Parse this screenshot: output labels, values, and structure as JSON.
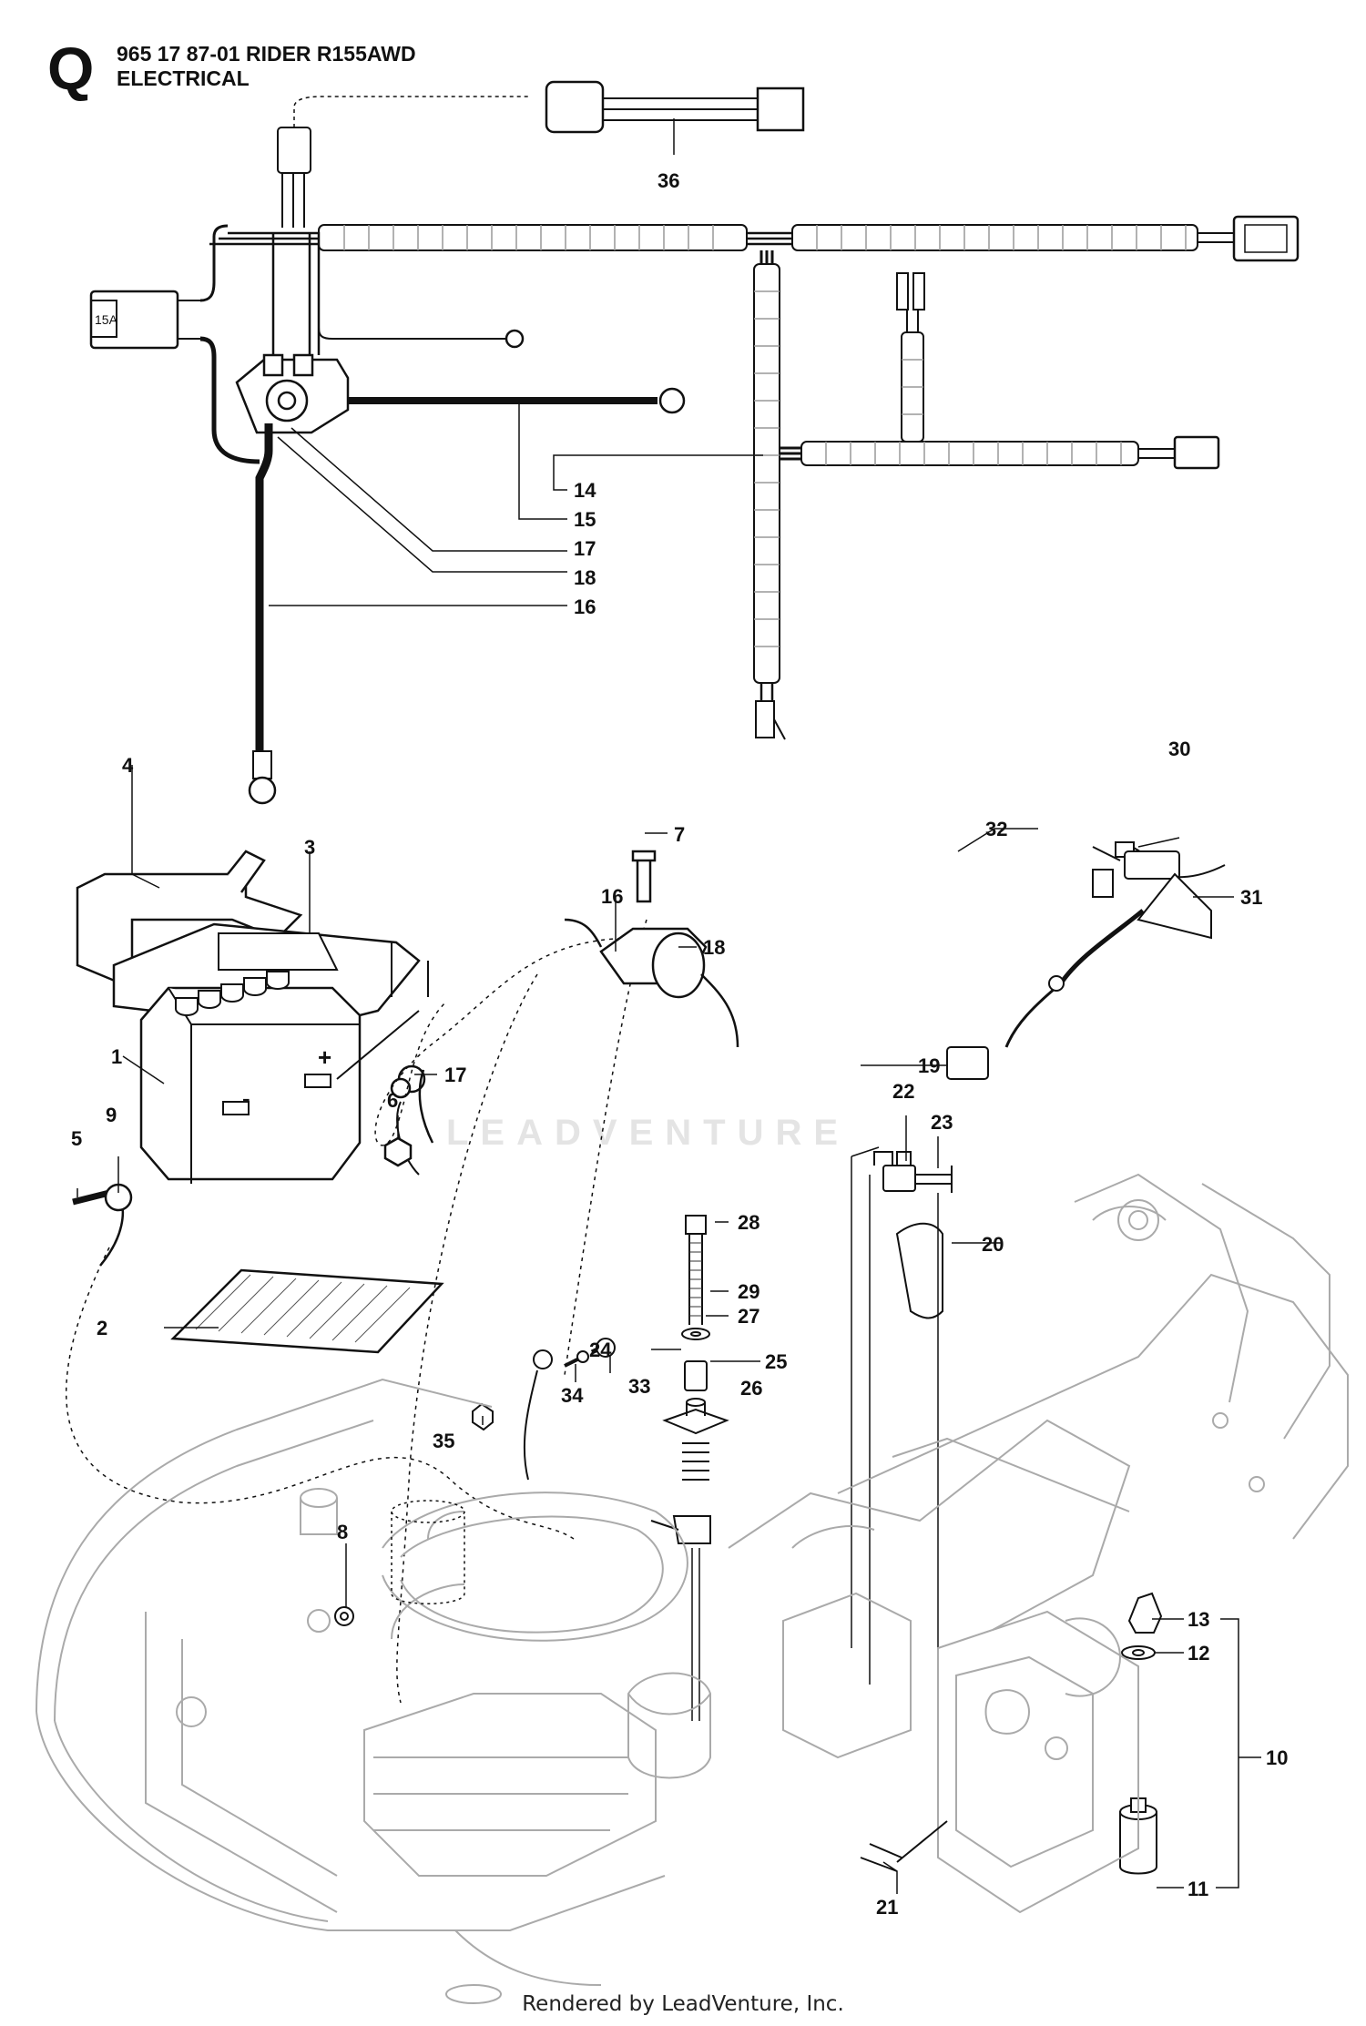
{
  "header": {
    "section_letter": "Q",
    "model_line": "965 17 87-01 RIDER R155AWD",
    "section_name": "ELECTRICAL"
  },
  "watermark": "LEADVENTURE",
  "footer": "Rendered by LeadVenture, Inc.",
  "fuse_label": "15A",
  "terminal_signs": {
    "positive": "+",
    "negative": "-"
  },
  "callouts": [
    {
      "id": "36",
      "label": "36"
    },
    {
      "id": "14",
      "label": "14"
    },
    {
      "id": "15",
      "label": "15"
    },
    {
      "id": "17a",
      "label": "17"
    },
    {
      "id": "18a",
      "label": "18"
    },
    {
      "id": "16a",
      "label": "16"
    },
    {
      "id": "4",
      "label": "4"
    },
    {
      "id": "3",
      "label": "3"
    },
    {
      "id": "7",
      "label": "7"
    },
    {
      "id": "16b",
      "label": "16"
    },
    {
      "id": "18b",
      "label": "18"
    },
    {
      "id": "30",
      "label": "30"
    },
    {
      "id": "32",
      "label": "32"
    },
    {
      "id": "31",
      "label": "31"
    },
    {
      "id": "19",
      "label": "19"
    },
    {
      "id": "1",
      "label": "1"
    },
    {
      "id": "17b",
      "label": "17"
    },
    {
      "id": "9",
      "label": "9"
    },
    {
      "id": "6",
      "label": "6"
    },
    {
      "id": "5",
      "label": "5"
    },
    {
      "id": "22",
      "label": "22"
    },
    {
      "id": "23",
      "label": "23"
    },
    {
      "id": "20",
      "label": "20"
    },
    {
      "id": "28",
      "label": "28"
    },
    {
      "id": "29",
      "label": "29"
    },
    {
      "id": "27",
      "label": "27"
    },
    {
      "id": "2",
      "label": "2"
    },
    {
      "id": "25",
      "label": "25"
    },
    {
      "id": "26",
      "label": "26"
    },
    {
      "id": "33",
      "label": "33"
    },
    {
      "id": "34",
      "label": "34"
    },
    {
      "id": "35",
      "label": "35"
    },
    {
      "id": "24",
      "label": "24"
    },
    {
      "id": "8",
      "label": "8"
    },
    {
      "id": "13",
      "label": "13"
    },
    {
      "id": "12",
      "label": "12"
    },
    {
      "id": "10",
      "label": "10"
    },
    {
      "id": "11",
      "label": "11"
    },
    {
      "id": "21",
      "label": "21"
    }
  ]
}
